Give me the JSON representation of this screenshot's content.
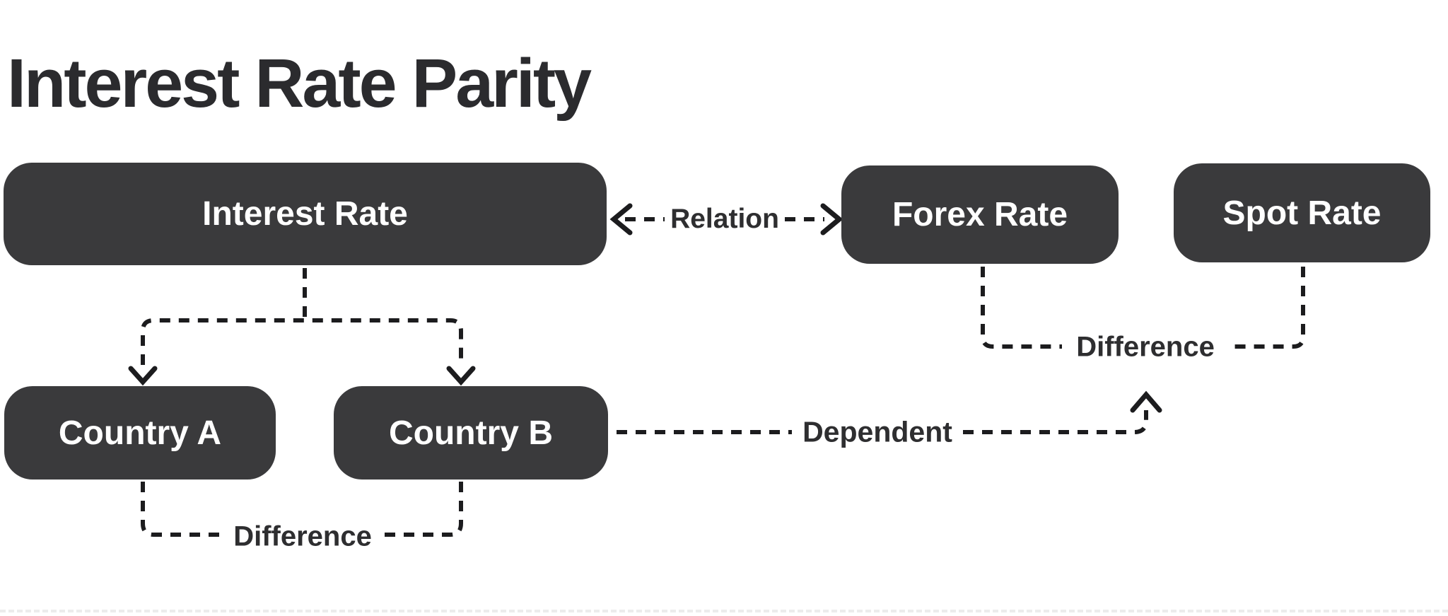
{
  "title": "Interest Rate Parity",
  "colors": {
    "background": "#ffffff",
    "node_fill": "#3a3a3c",
    "node_text": "#ffffff",
    "line": "#1c1c1e",
    "label_text": "#2e2e30"
  },
  "nodes": {
    "interest_rate": {
      "label": "Interest Rate"
    },
    "forex_rate": {
      "label": "Forex Rate"
    },
    "spot_rate": {
      "label": "Spot Rate"
    },
    "country_a": {
      "label": "Country A"
    },
    "country_b": {
      "label": "Country B"
    }
  },
  "edges": {
    "relation": {
      "label": "Relation"
    },
    "difference_top": {
      "label": "Difference"
    },
    "dependent": {
      "label": "Dependent"
    },
    "difference_bottom": {
      "label": "Difference"
    }
  }
}
